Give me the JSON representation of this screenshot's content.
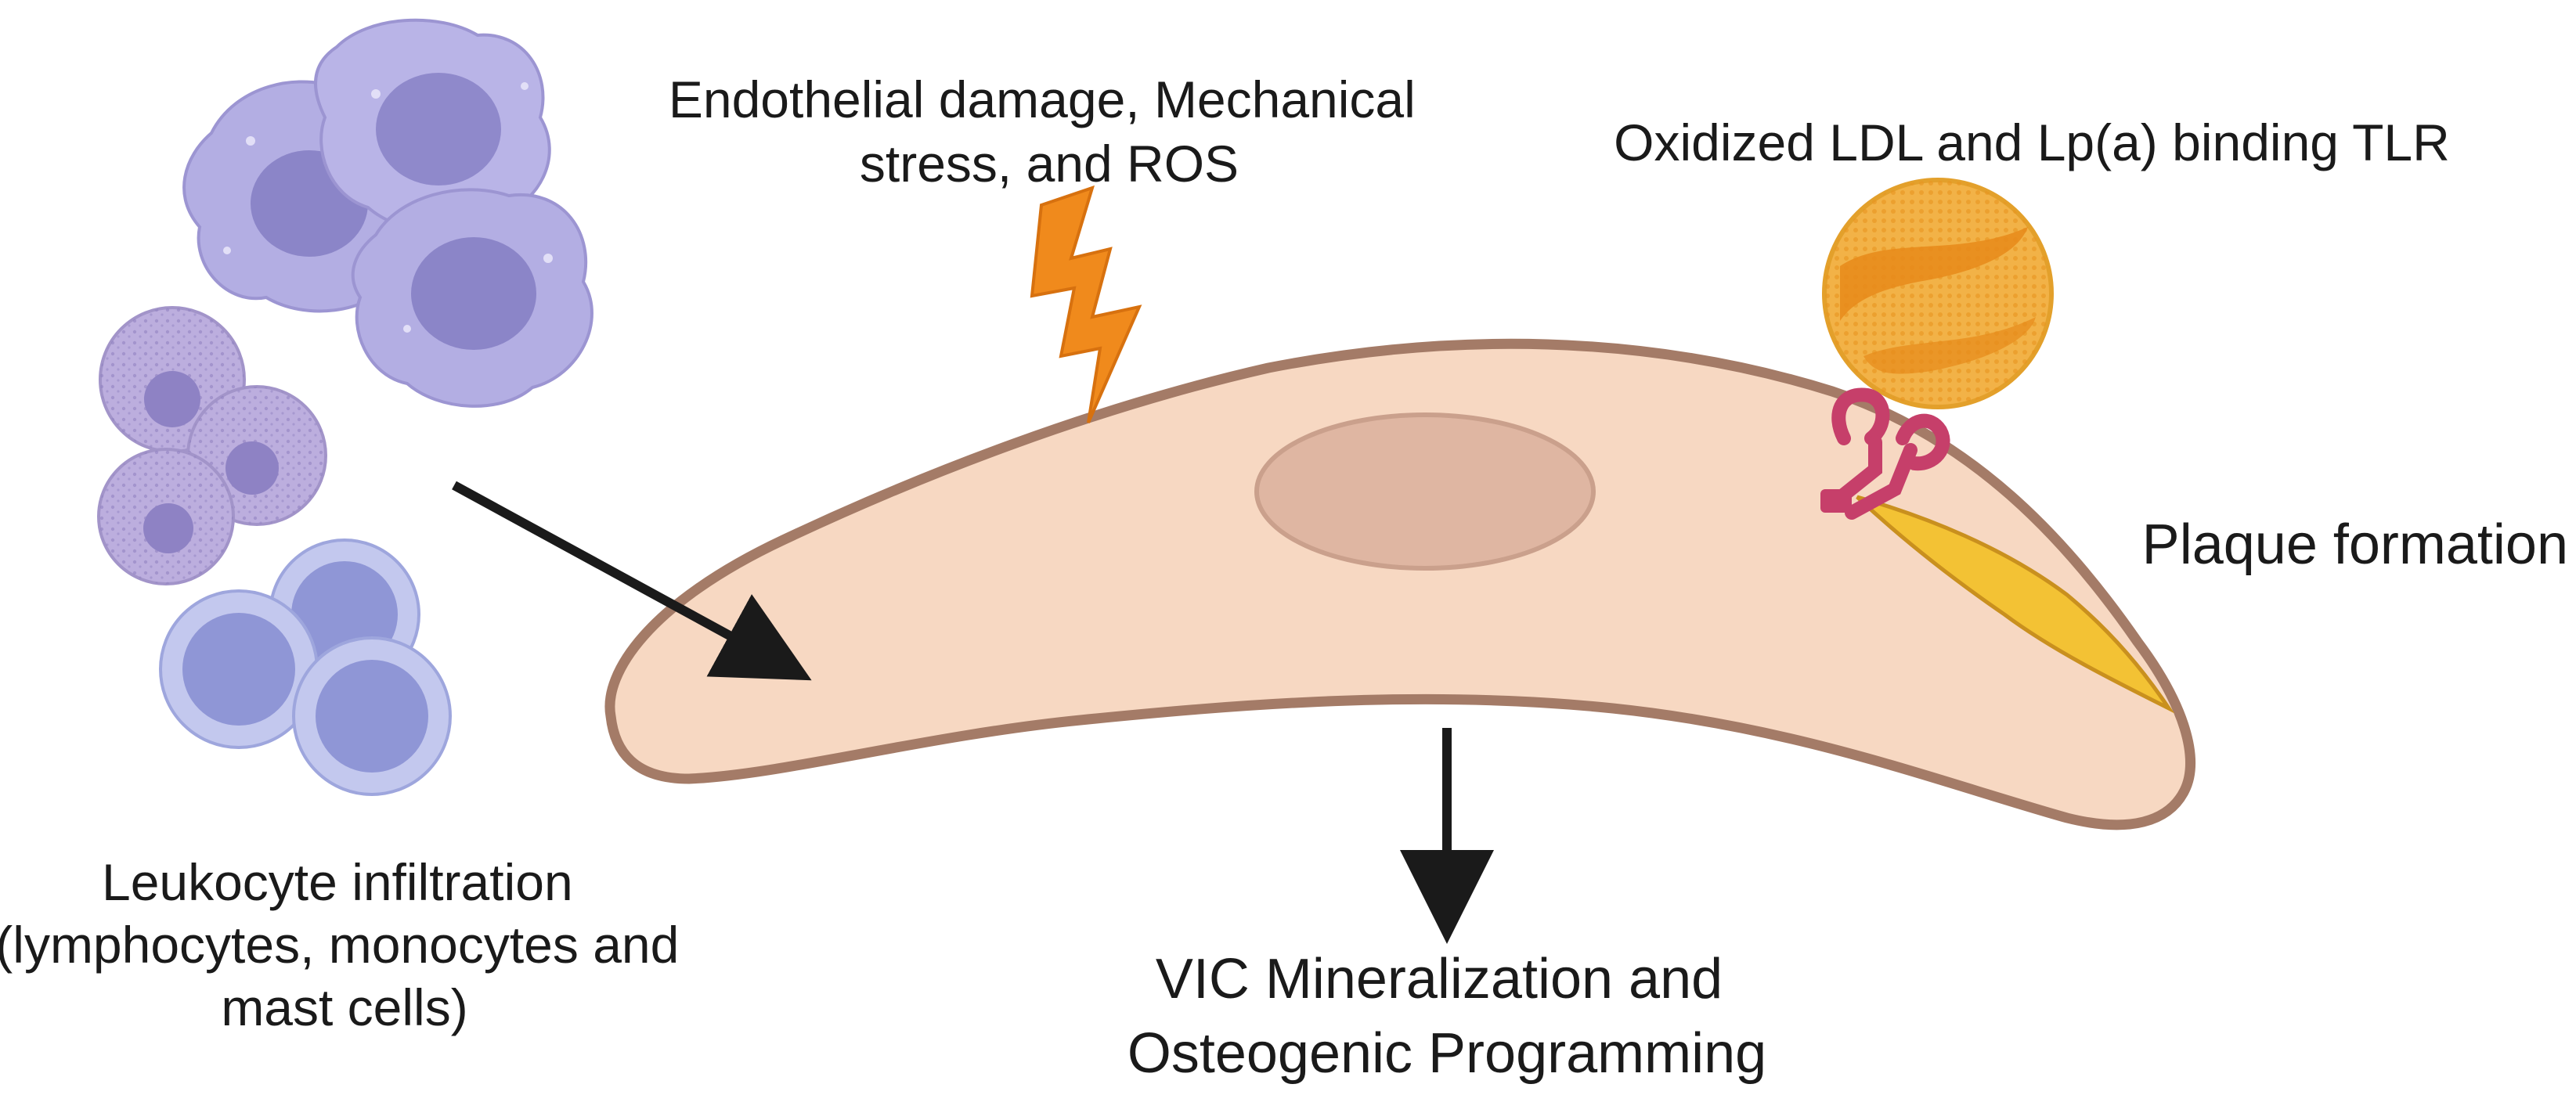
{
  "labels": {
    "endothelial": [
      "Endothelial damage, Mechanical",
      "stress, and ROS"
    ],
    "oxidized": "Oxidized LDL and Lp(a) binding TLR",
    "plaque": "Plaque formation",
    "leukocyte": [
      "Leukocyte infiltration",
      "(lymphocytes, monocytes and",
      "mast cells)"
    ],
    "vic": [
      "VIC Mineralization and",
      "Osteogenic Programming"
    ]
  },
  "colors": {
    "cell_fill": "#f7d8c2",
    "cell_outline": "#a47b67",
    "nucleus": "#dfb6a2",
    "lightning": "#f08a1c",
    "lipoprotein": "#f0a830",
    "receptor": "#c63f6a",
    "plaque": "#f3c234",
    "monocyte": "#b3aee3",
    "mast_cell": "#bcaede",
    "lymphocyte": "#aab2e6",
    "arrow": "#1a1a1a"
  },
  "icons": [
    "monocyte-icon",
    "mast-cell-icon",
    "lymphocyte-icon",
    "lightning-icon",
    "lipoprotein-icon",
    "tlr-receptor-icon",
    "plaque-deposit-icon"
  ]
}
